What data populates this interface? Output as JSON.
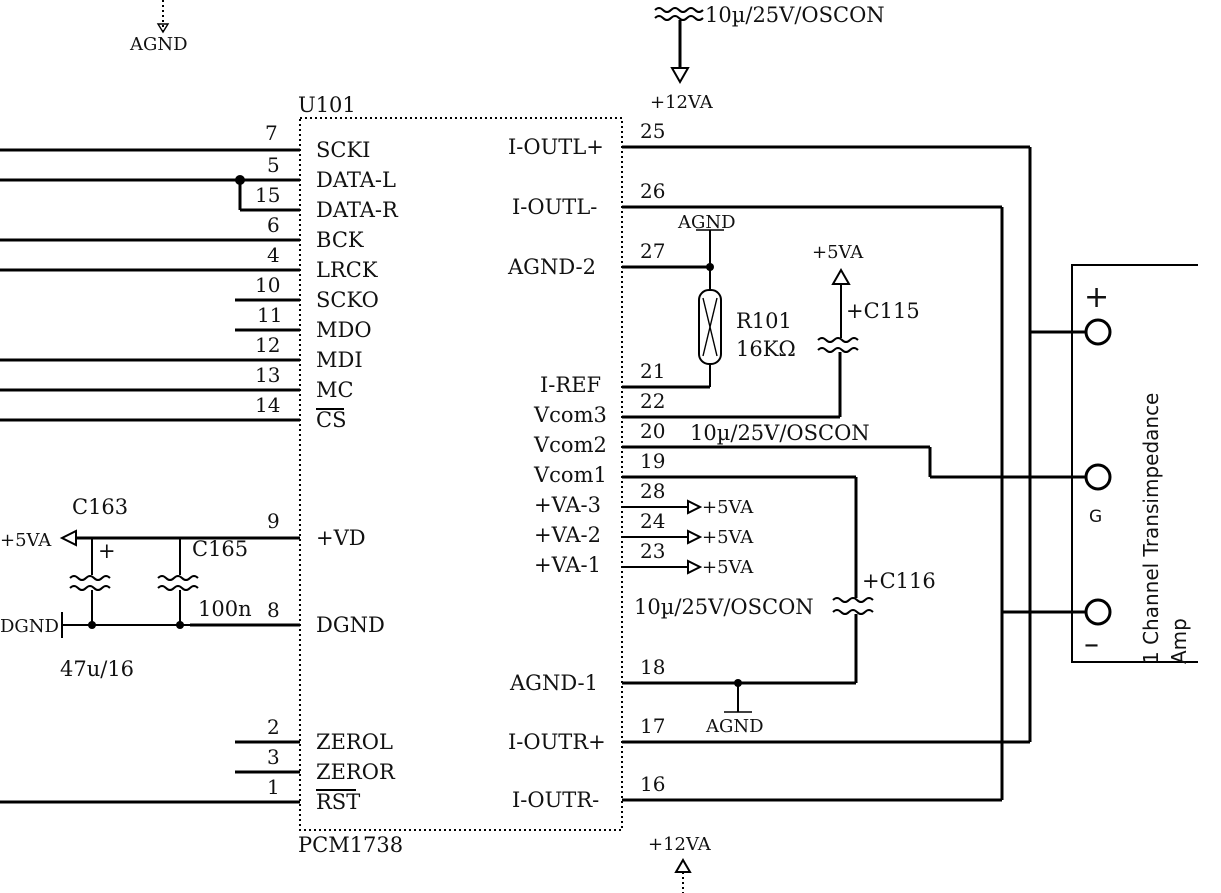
{
  "ic": {
    "ref": "U101",
    "part": "PCM1738",
    "left_pins": [
      {
        "num": "7",
        "name": "SCKI"
      },
      {
        "num": "5",
        "name": "DATA-L"
      },
      {
        "num": "15",
        "name": "DATA-R"
      },
      {
        "num": "6",
        "name": "BCK"
      },
      {
        "num": "4",
        "name": "LRCK"
      },
      {
        "num": "10",
        "name": "SCKO"
      },
      {
        "num": "11",
        "name": "MDO"
      },
      {
        "num": "12",
        "name": "MDI"
      },
      {
        "num": "13",
        "name": "MC"
      },
      {
        "num": "14",
        "name": "CS"
      },
      {
        "num": "9",
        "name": "+VD"
      },
      {
        "num": "8",
        "name": "DGND"
      },
      {
        "num": "2",
        "name": "ZEROL"
      },
      {
        "num": "3",
        "name": "ZEROR"
      },
      {
        "num": "1",
        "name": "RST"
      }
    ],
    "right_pins": [
      {
        "num": "25",
        "name": "I-OUTL+"
      },
      {
        "num": "26",
        "name": "I-OUTL-"
      },
      {
        "num": "27",
        "name": "AGND-2"
      },
      {
        "num": "21",
        "name": "I-REF"
      },
      {
        "num": "22",
        "name": "Vcom3"
      },
      {
        "num": "20",
        "name": "Vcom2"
      },
      {
        "num": "19",
        "name": "Vcom1"
      },
      {
        "num": "28",
        "name": "+VA-3"
      },
      {
        "num": "24",
        "name": "+VA-2"
      },
      {
        "num": "23",
        "name": "+VA-1"
      },
      {
        "num": "18",
        "name": "AGND-1"
      },
      {
        "num": "17",
        "name": "I-OUTR+"
      },
      {
        "num": "16",
        "name": "I-OUTR-"
      }
    ]
  },
  "components": {
    "top_cap": "10µ/25V/OSCON",
    "top_supply": "+12VA",
    "top_left_gnd": "AGND",
    "agnd_top": "AGND",
    "agnd_bottom": "AGND",
    "r101_ref": "R101",
    "r101_value": "16KΩ",
    "c115_ref": "+C115",
    "c115_supply": "+5VA",
    "vcom2_cap": "10µ/25V/OSCON",
    "c116_ref": "+C116",
    "c116_value": "10µ/25V/OSCON",
    "va_supply_1": "+5VA",
    "va_supply_2": "+5VA",
    "va_supply_3": "+5VA",
    "c163_ref": "C163",
    "c163_value": "47u/16",
    "c163_plus": "+",
    "c165_ref": "C165",
    "c165_value": "100n",
    "left_supply": "+5VA",
    "left_gnd": "DGND",
    "bottom_supply": "+12VA"
  },
  "amp": {
    "label_line1": "1 Channel Transimpedance",
    "label_line2": "Amp",
    "plus_sign": "+",
    "minus_sign": "–",
    "g_label": "G"
  }
}
